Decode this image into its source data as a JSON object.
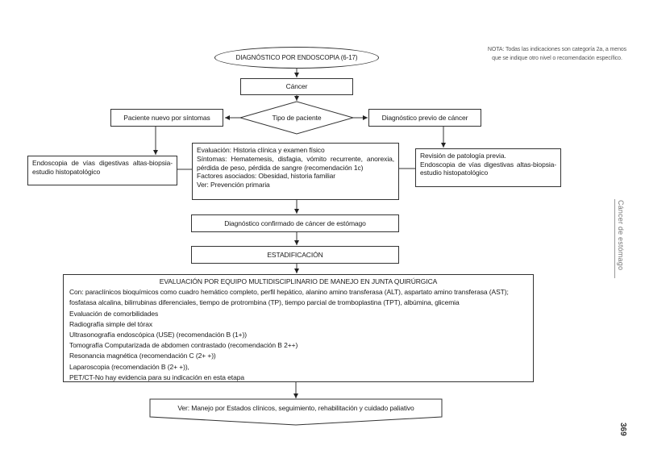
{
  "note": {
    "line1": "NOTA: Todas las indicaciones son categoría 2a, a menos",
    "line2": "que se indique otro nivel o recomendación específico."
  },
  "margin": {
    "chapter_title": "Cáncer de estómago",
    "page_number": "369"
  },
  "flowchart": {
    "start_ellipse": "DIAGNÓSTICO POR ENDOSCOPIA (6-17)",
    "cancer_box": "Cáncer",
    "patient_type_decision": "Tipo de paciente",
    "new_patient_box": "Paciente nuevo por síntomas",
    "previous_diagnosis_box": "Diagnóstico previo de cáncer",
    "endoscopy_box": "Endoscopia de vías digestivas altas-biopsia-estudio histopatológico",
    "evaluation_box": {
      "lines": [
        "Evaluación: Historia clínica y  examen físico",
        "Síntomas: Hematemesis, disfagia, vómito recurrente, anorexia, pérdida de peso, pérdida de sangre (recomendación 1c)",
        "Factores asociados: Obesidad, historia familiar",
        "Ver: Prevención primaria"
      ]
    },
    "pathology_review_box": {
      "lines": [
        "Revisión de patología previa.",
        "Endoscopia  de vías digestivas altas-biopsia-estudio histopatológico"
      ]
    },
    "confirmed_box": "Diagnóstico confirmado de cáncer de estómago",
    "staging_box": "ESTADIFICACIÓN",
    "team_evaluation_box": {
      "title": "EVALUACIÓN POR EQUIPO MULTIDISCIPLINARIO DE MANEJO EN JUNTA QUIRÚRGICA",
      "lines": [
        "Con: paraclínicos bioquímicos como cuadro hemático completo, perfil hepático, alanino amino  transferasa (ALT), aspartato amino transferasa (AST); fosfatasa alcalina, bilirrubinas diferenciales, tiempo de protrombina (TP), tiempo parcial de tromboplastina (TPT), albúmina, glicemia",
        "Evaluación de comorbilidades",
        "Radiografía simple del tórax",
        "Ultrasonografía endoscópica (USE) (recomendación B (1+))",
        "Tomografía Computarizada de abdomen contrastado (recomendación B 2++)",
        "Resonancia magnética (recomendación C (2+ +))",
        "Laparoscopia (recomendación B (2+ +)),",
        "PET/CT-No hay evidencia para su indicación en esta etapa"
      ]
    },
    "see_also_box": "Ver: Manejo por Estados clínicos, seguimiento, rehabilitación y cuidado paliativo"
  }
}
